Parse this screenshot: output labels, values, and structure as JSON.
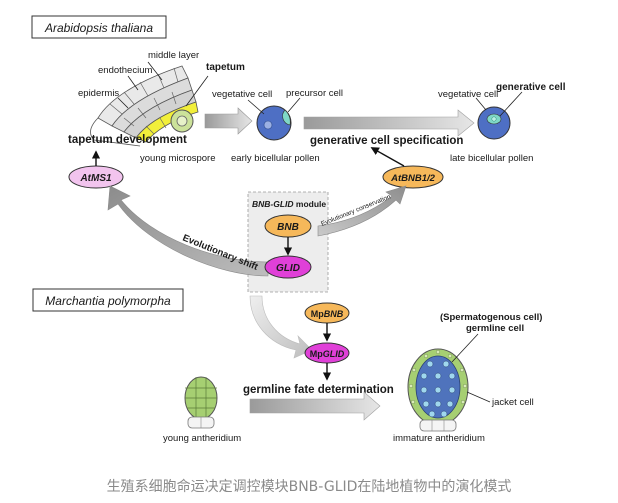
{
  "sections": {
    "top_species": "Arabidopsis thaliana",
    "bottom_species": "Marchantia polymorpha"
  },
  "anther_labels": {
    "middle_layer": "middle layer",
    "endothecium": "endothecium",
    "tapetum": "tapetum",
    "epidermis": "epidermis",
    "tapetum_development": "tapetum development",
    "young_microspore": "young microspore"
  },
  "pollen_labels": {
    "vegetative_cell": "vegetative cell",
    "precursor_cell": "precursor cell",
    "early_bicellular_pollen": "early bicellular pollen",
    "generative_cell_specification": "generative cell specification",
    "vegetative_cell_2": "vegetative cell",
    "generative_cell": "generative cell",
    "late_bicellular_pollen": "late bicellular pollen"
  },
  "genes": {
    "atms1": "AtMS1",
    "atbnb": "AtBNB1/2",
    "bnb": "BNB",
    "glid": "GLID",
    "mpbnb_prefix": "Mp",
    "mpbnb_gene": "BNB",
    "mpglid_prefix": "Mp",
    "mpglid_gene": "GLID"
  },
  "module": {
    "title_italic": "BNB-GLID",
    "title_rest": " module"
  },
  "arrows": {
    "evolutionary_shift": "Evolutionary shift",
    "evolutionary_conservation": "Evolutionary conservation"
  },
  "antheridium": {
    "spermatogenous_cell": "(Spermatogenous cell)",
    "germline_cell": "germline cell",
    "jacket_cell": "jacket cell",
    "germline_fate_determination": "germline fate determination",
    "young_antheridium": "young antheridium",
    "immature_antheridium": "immature antheridium"
  },
  "caption": "生殖系细胞命运决定调控模块BNB-GLID在陆地植物中的演化模式",
  "colors": {
    "ms1_fill": "#f2c4ee",
    "bnb_fill": "#f6b85a",
    "glid_fill": "#e040d8",
    "pollen_fill": "#4e6fc4",
    "pollen_inner": "#7fd8c7",
    "microspore_fill": "#cce29a",
    "tapetum_yellow": "#f2ef3a",
    "module_bg": "#ededed",
    "antheridium_green": "#a6cf72",
    "germline_blue": "#4f73bc"
  }
}
